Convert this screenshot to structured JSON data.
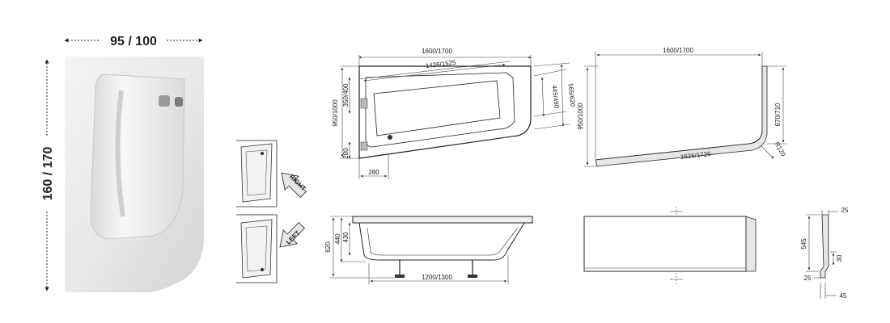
{
  "photo": {
    "width_label": "95 / 100",
    "height_label": "160 / 170"
  },
  "orientation": {
    "right_label": "RIGHT",
    "left_label": "LEFT"
  },
  "top_view": {
    "overall_length": "1600/1700",
    "inner_length": "1426/1525",
    "width": "950/1000",
    "left_inner": "350/400",
    "left_bottom": "280",
    "bottom_offset": "280",
    "right_inner": "445/490",
    "right_outer": "565/620"
  },
  "panel_top": {
    "length": "1600/1700",
    "width": "950/1000",
    "depth": "670/710",
    "radius": "R120",
    "diagonal": "1626/1726"
  },
  "side_view": {
    "height_total": "620",
    "height_mid": "440",
    "height_inner": "430",
    "base_length": "1200/1300"
  },
  "profile": {
    "top": "25",
    "height": "545",
    "gap": "30",
    "bottom": "25",
    "foot": "45"
  }
}
